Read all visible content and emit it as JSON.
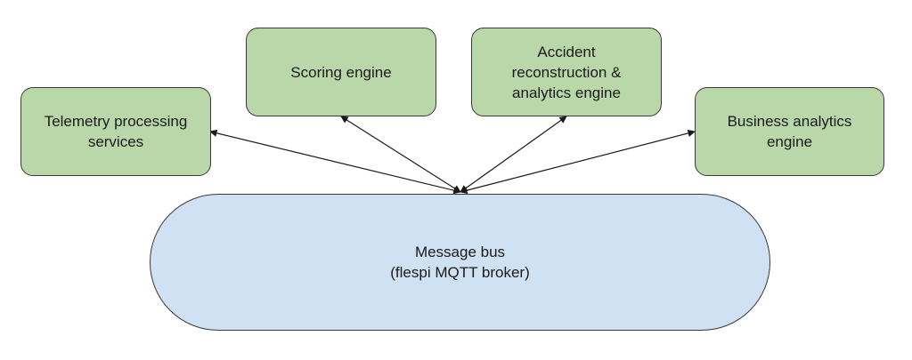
{
  "nodes": {
    "telemetry": {
      "lines": [
        "Telemetry processing",
        "services"
      ]
    },
    "scoring": {
      "lines": [
        "Scoring engine"
      ]
    },
    "accident": {
      "lines": [
        "Accident",
        "reconstruction &",
        "analytics engine"
      ]
    },
    "business": {
      "lines": [
        "Business analytics",
        "engine"
      ]
    }
  },
  "bus": {
    "title": "Message bus",
    "subtitle": "(flespi MQTT broker)"
  },
  "colors": {
    "engine_fill": "#b9d7a8",
    "bus_fill": "#cfe1f3",
    "stroke": "#3a3a3a"
  },
  "edges": [
    {
      "from": "bus",
      "to": "telemetry",
      "bidirectional": true
    },
    {
      "from": "bus",
      "to": "scoring",
      "bidirectional": true
    },
    {
      "from": "bus",
      "to": "accident",
      "bidirectional": true
    },
    {
      "from": "bus",
      "to": "business",
      "bidirectional": true
    }
  ]
}
